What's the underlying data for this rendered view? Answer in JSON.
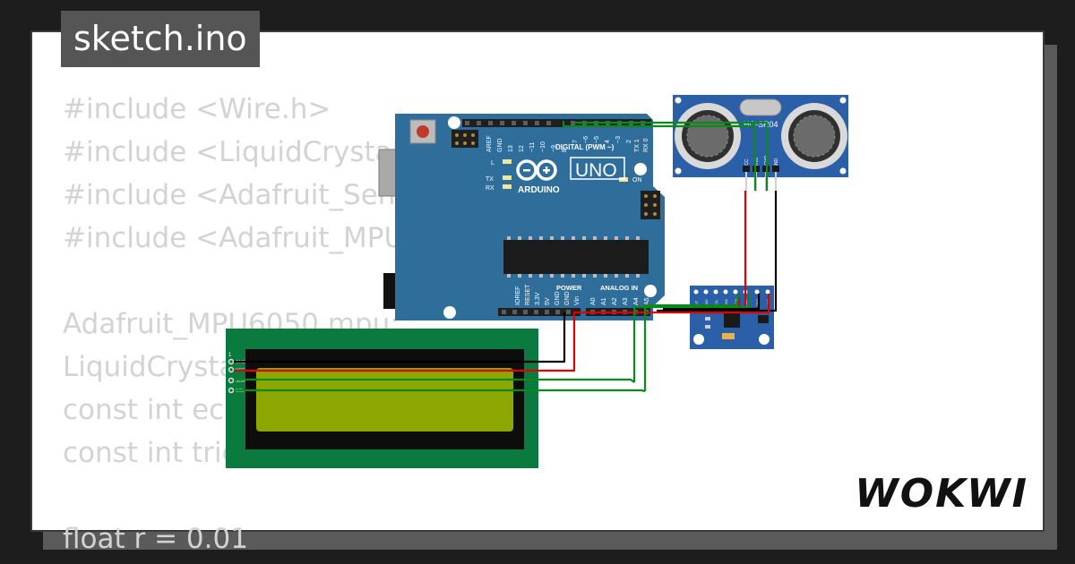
{
  "tab": {
    "filename": "sketch.ino"
  },
  "code_lines": [
    "#include <Wire.h>",
    "#include <LiquidCrystal_I",
    "#include <Adafruit_Senso",
    "#include <Adafruit_MPU6",
    "",
    "Adafruit_MPU6050 mpu;",
    "LiquidCrysta",
    "const int ech",
    "const int trig",
    "",
    "float r = 0.01"
  ],
  "brand": "WOKWI",
  "arduino": {
    "logo_text": "ARDUINO",
    "model": "UNO",
    "digital_header": "DIGITAL (PWM ~)",
    "power_header": "POWER",
    "analog_header": "ANALOG IN",
    "on_label": "ON",
    "led_l": "L",
    "led_tx": "TX",
    "led_rx": "RX",
    "digital_pins": [
      "AREF",
      "GND",
      "13",
      "12",
      "~11",
      "~10",
      "~9",
      "8",
      "7",
      "~6",
      "~5",
      "4",
      "~3",
      "2",
      "TX 1",
      "RX 0"
    ],
    "power_pins": [
      "IOREF",
      "RESET",
      "3.3V",
      "5V",
      "GND",
      "GND",
      "Vin"
    ],
    "analog_pins": [
      "A0",
      "A1",
      "A2",
      "A3",
      "A4",
      "A5"
    ]
  },
  "ultrasonic": {
    "model": "HC-SR04",
    "pins": [
      "VCC",
      "TRIG",
      "ECHO",
      "GND"
    ]
  },
  "lcd": {
    "pins": [
      "GND",
      "VCC",
      "SDA",
      "SCL"
    ],
    "pin1_label": "1"
  },
  "mpu": {
    "pins": [
      "INT",
      "AD0",
      "XCL",
      "XDA",
      "SDA",
      "SCL",
      "GND",
      "VCC"
    ]
  },
  "colors": {
    "board": "#2f6e9a",
    "lcd_pcb": "#0b7a3e",
    "lcd_screen": "#8da600",
    "wire_power": "#e00000",
    "wire_ground": "#000000",
    "wire_signal": "#0a8a1a"
  }
}
